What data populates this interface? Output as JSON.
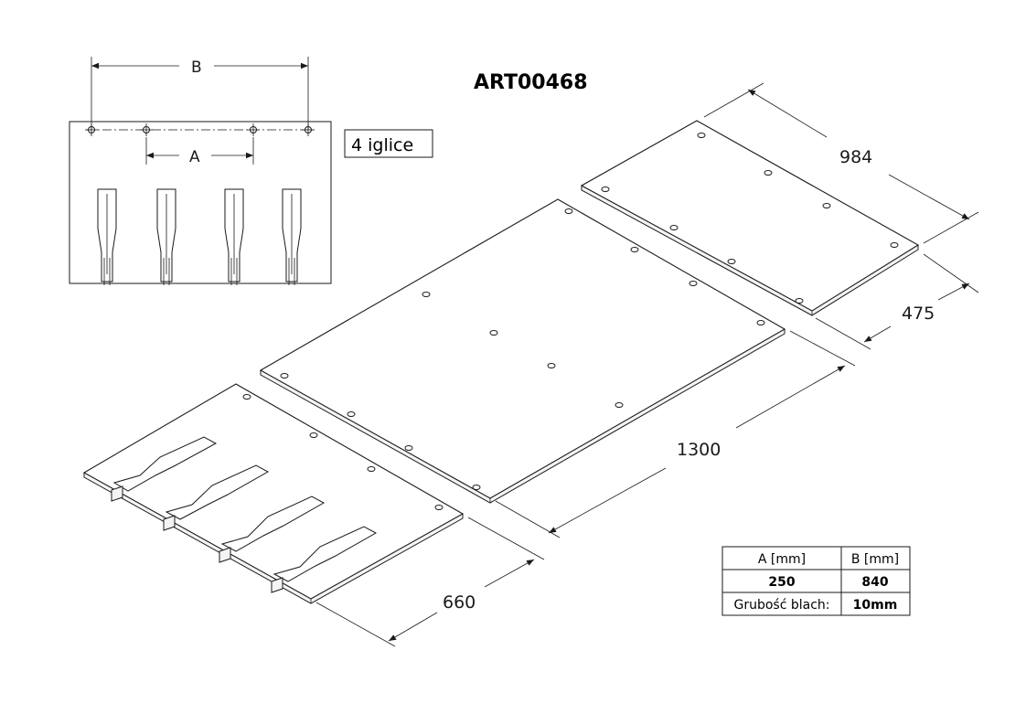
{
  "title": "ART00468",
  "top_view": {
    "dim_a_label": "A",
    "dim_b_label": "B",
    "note": "4 iglice"
  },
  "dimensions": {
    "d984": "984",
    "d475": "475",
    "d1300": "1300",
    "d660": "660"
  },
  "table": {
    "header_a": "A [mm]",
    "header_b": "B [mm]",
    "value_a": "250",
    "value_b": "840",
    "thickness_label": "Grubość blach:",
    "thickness_value": "10mm"
  }
}
